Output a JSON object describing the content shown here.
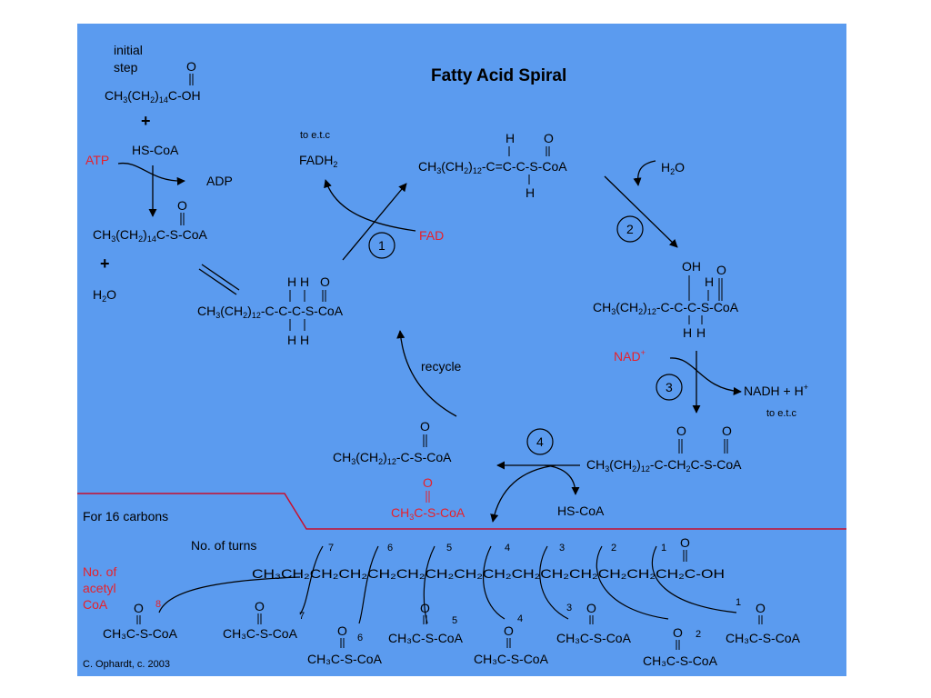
{
  "title": "Fatty Acid Spiral",
  "colors": {
    "panel": "#5b9bef",
    "red": "#e8202a",
    "ink": "#000000"
  },
  "initial": {
    "label_line1": "initial",
    "label_line2": "step",
    "fatty_acid": {
      "a": "CH",
      "s3": "3",
      "b": "(CH",
      "s2": "2",
      "c": ")",
      "s14": "14",
      "d": "C-OH",
      "o": "O"
    },
    "plus1": "+",
    "hscoa": "HS-CoA",
    "atp": "ATP",
    "adp": "ADP",
    "acylcoa": {
      "a": "CH",
      "s3": "3",
      "b": "(CH",
      "s2": "2",
      "c": ")",
      "s14": "14",
      "d": "C-S-CoA",
      "o": "O"
    },
    "plus2": "+",
    "water": {
      "a": "H",
      "s2": "2",
      "b": "O"
    }
  },
  "step1": {
    "num": "1",
    "to_etc": "to e.t.c",
    "fadh2": {
      "a": "FADH",
      "s2": "2"
    },
    "fad": "FAD"
  },
  "enoyl": {
    "a": "CH",
    "s3": "3",
    "b": "(CH",
    "s2": "2",
    "c": ")",
    "s12": "12",
    "d": "-C=C-C-S-CoA",
    "h1": "H",
    "h2": "H",
    "o": "O"
  },
  "step2": {
    "num": "2",
    "water": {
      "a": "H",
      "s2": "2",
      "b": "O"
    }
  },
  "hydroxy": {
    "a": "CH",
    "s3": "3",
    "b": "(CH",
    "s2": "2",
    "c": ")",
    "s12": "12",
    "d": "-C-C-C-S-CoA",
    "oh": "OH",
    "h1": "H",
    "h2": "H",
    "h3": "H",
    "o": "O"
  },
  "step3": {
    "num": "3",
    "nad": {
      "a": "NAD",
      "sup": "+"
    },
    "nadh": {
      "a": "NADH + H",
      "sup": "+"
    },
    "to_etc": "to e.t.c"
  },
  "ketoacyl": {
    "a": "CH",
    "s3": "3",
    "b": "(CH",
    "s2": "2",
    "c": ")",
    "s12": "12",
    "d": "-C-CH",
    "s2b": "2",
    "e": "C-S-CoA",
    "o1": "O",
    "o2": "O"
  },
  "step4": {
    "num": "4",
    "hscoa": "HS-CoA",
    "shortened": {
      "a": "CH",
      "s3": "3",
      "b": "(CH",
      "s2": "2",
      "c": ")",
      "s12": "12",
      "d": "-C-S-CoA",
      "o": "O"
    },
    "acetyl": {
      "a": "CH",
      "s3": "3",
      "b": "C-S-CoA",
      "o": "O"
    }
  },
  "center": {
    "acyl": {
      "a": "CH",
      "s3": "3",
      "b": "(CH",
      "s2": "2",
      "c": ")",
      "s12": "12",
      "d": "-C-C-C-S-CoA",
      "hh_top": "H H",
      "hh_bot": "H H",
      "o": "O"
    },
    "recycle": "recycle"
  },
  "bottom": {
    "for16": "For 16 carbons",
    "no_turns": "No. of turns",
    "no_acetyl": [
      "No. of",
      "acetyl",
      "CoA"
    ],
    "chain": "CH₃CH₂CH₂CH₂CH₂CH₂CH₂CH₂CH₂CH₂CH₂CH₂CH₂CH₂CH₂C-OH",
    "chain_o": "O",
    "turns": [
      "7",
      "6",
      "5",
      "4",
      "3",
      "2",
      "1"
    ],
    "products": [
      {
        "n": "8",
        "o": "O",
        "txt": "CH₃C-S-CoA"
      },
      {
        "n": "7",
        "o": "O",
        "txt": "CH₃C-S-CoA"
      },
      {
        "n": "6",
        "o": "O",
        "txt": "CH₃C-S-CoA"
      },
      {
        "n": "5",
        "o": "O",
        "txt": "CH₃C-S-CoA"
      },
      {
        "n": "4",
        "o": "O",
        "txt": "CH₃C-S-CoA"
      },
      {
        "n": "3",
        "o": "O",
        "txt": "CH₃C-S-CoA"
      },
      {
        "n": "2",
        "o": "O",
        "txt": "CH₃C-S-CoA"
      },
      {
        "n": "1",
        "o": "O",
        "txt": "CH₃C-S-CoA"
      }
    ],
    "credit": "C. Ophardt, c. 2003"
  }
}
